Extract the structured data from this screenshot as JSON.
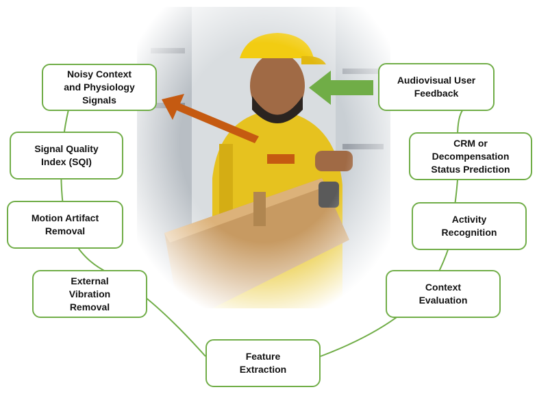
{
  "diagram": {
    "nodes": [
      {
        "id": "noisy",
        "label": "Noisy Context\nand Physiology\nSignals"
      },
      {
        "id": "sqi",
        "label": "Signal Quality\nIndex (SQI)"
      },
      {
        "id": "motion",
        "label": "Motion Artifact\nRemoval"
      },
      {
        "id": "vibration",
        "label": "External\nVibration\nRemoval"
      },
      {
        "id": "feature",
        "label": "Feature\nExtraction"
      },
      {
        "id": "context",
        "label": "Context\nEvaluation"
      },
      {
        "id": "activity",
        "label": "Activity\nRecognition"
      },
      {
        "id": "crm",
        "label": "CRM or\nDecompensation\nStatus Prediction"
      },
      {
        "id": "feedback",
        "label": "Audiovisual User\nFeedback"
      }
    ],
    "colors": {
      "node_border": "#70ad47",
      "ring": "#70ad47",
      "input_arrow": "#c55a11",
      "feedback_arrow": "#70ad47"
    },
    "illustration": "worker-carrying-box"
  }
}
